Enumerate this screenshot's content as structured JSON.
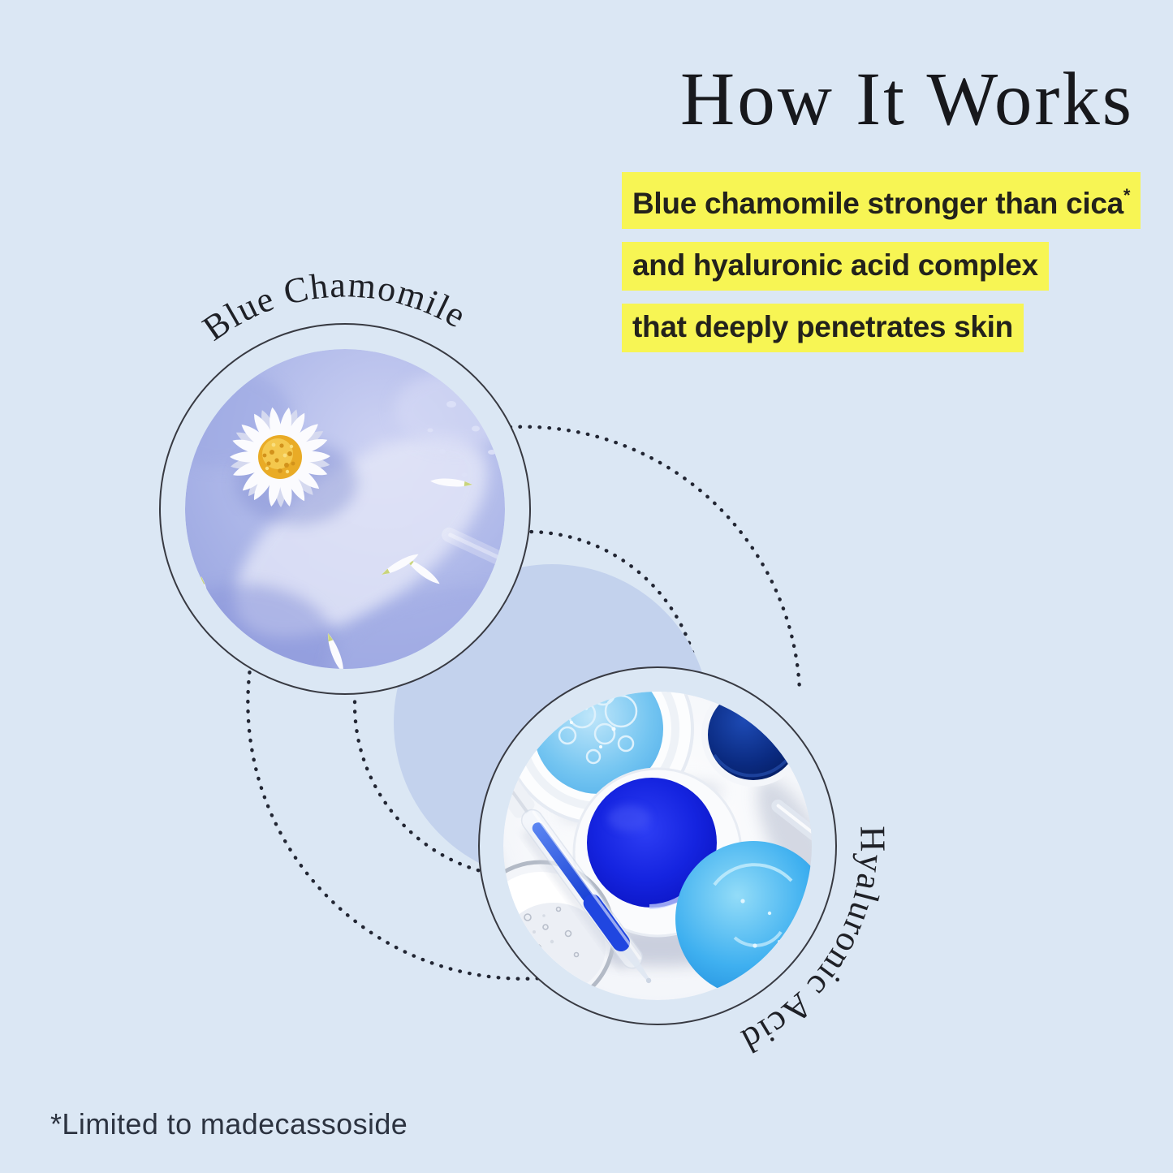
{
  "title": "How It Works",
  "claims": {
    "line1": {
      "text": "Blue chamomile stronger than cica",
      "sup": "*"
    },
    "line2": {
      "text": "and hyaluronic acid complex"
    },
    "line3": {
      "text": "that deeply penetrates skin"
    }
  },
  "ingredients": {
    "chamomile": {
      "label": "Blue Chamomile"
    },
    "hyaluronic": {
      "label": "Hyaluronic Acid"
    }
  },
  "footnote": "*Limited to madecassoside",
  "colors": {
    "background": "#dbe7f4",
    "highlight_yellow": "#f7f554",
    "accent_circle": "#c3d2ed",
    "periwinkle_gel": "#adb7e8",
    "cobalt_blue": "#1524e0",
    "outline": "#383a42"
  }
}
